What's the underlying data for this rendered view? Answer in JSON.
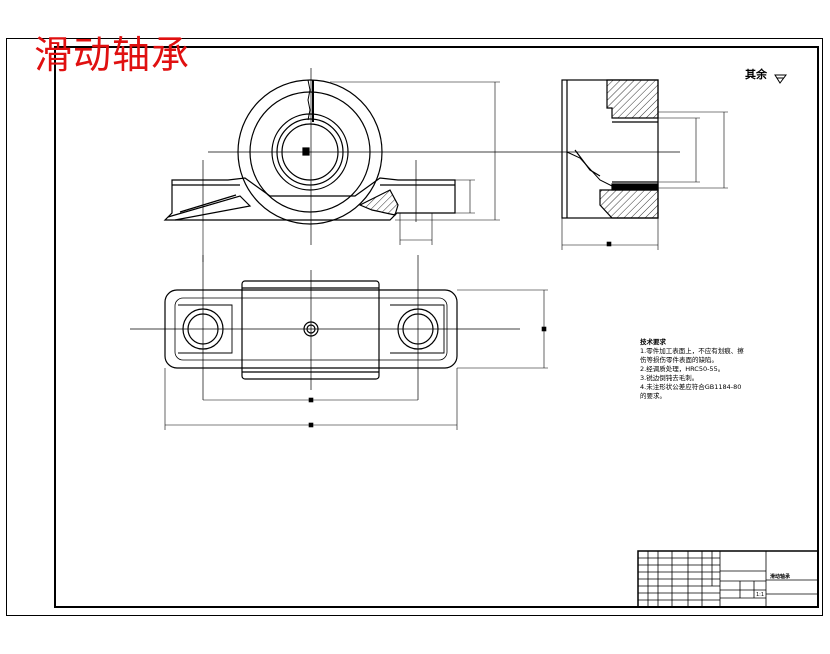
{
  "watermark": {
    "text": "滑动轴承",
    "color": "#e01010"
  },
  "surface_finish": {
    "label": "其余"
  },
  "technical_requirements": {
    "title": "技术要求",
    "lines": [
      "1.零件加工表面上，不应有划痕、擦",
      "伤等损伤零件表面的缺陷。",
      "2.经调质处理，HRC50-55。",
      "3.锐边倒钝去毛刺。",
      "4.未注形状公差应符合GB1184-80",
      "的要求。"
    ]
  },
  "title_block": {
    "part_name": "滑动轴承",
    "scale": "1:1"
  },
  "colors": {
    "line": "#000000",
    "hatch": "#000000",
    "center": "#000000"
  }
}
